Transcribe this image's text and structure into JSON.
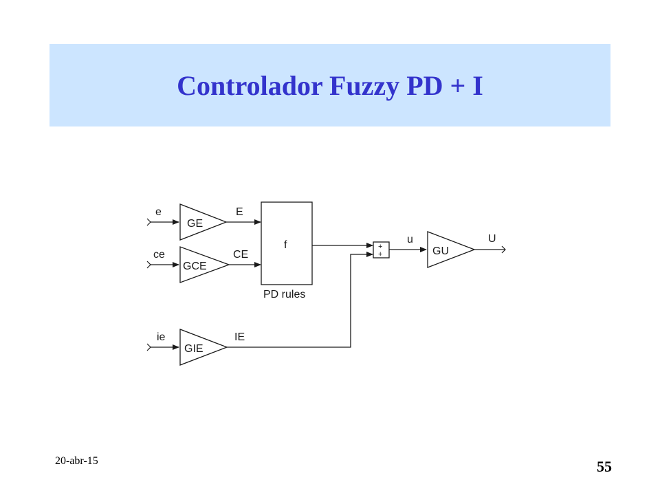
{
  "slide": {
    "title": "Controlador Fuzzy PD + I",
    "date": "20-abr-15",
    "page_number": "55"
  },
  "diagram": {
    "inputs": {
      "e": "e",
      "ce": "ce",
      "ie": "ie"
    },
    "gains": {
      "ge": "GE",
      "gce": "GCE",
      "gie": "GIE",
      "gu": "GU"
    },
    "signals": {
      "E": "E",
      "CE": "CE",
      "IE": "IE",
      "u": "u",
      "U": "U"
    },
    "rules_block": {
      "symbol": "f",
      "caption": "PD rules"
    },
    "sum_signs": [
      "+",
      "+"
    ]
  }
}
